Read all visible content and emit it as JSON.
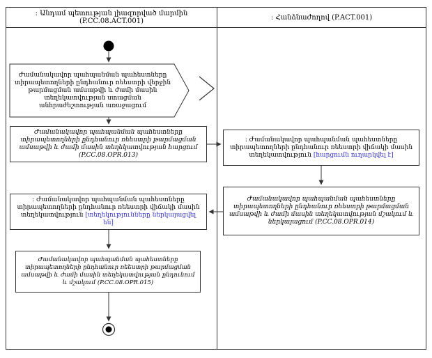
{
  "colors": {
    "line": "#333333",
    "state_text": "#3333cc",
    "background": "#ffffff"
  },
  "lanes": {
    "left_title": ": Անդամ պետության լիազորված մարմին (P.CC.08.ACT.001)",
    "right_title": ": Հանձնաժողով (P.ACT.001)"
  },
  "nodes": {
    "start_event": {
      "text": "Ժամանակավոր պահպանման պահեստները տիրապետողների ընդհանուր ռեեստրի վերջին թարմացման ամսաթվի և ժամի մասին տեղեկատվության ստացման անհրաժեշտության առաջացում"
    },
    "request_action": {
      "text": "Ժամանակավոր պահպանման պահեստները տիրապետողների ընդհանուր ռեեստրի թարմացման ամսաթվի և ժամի մասին տեղեկատվության հարցում (P.CC.08.OPR.013)"
    },
    "object_request_sent": {
      "name": ": Ժամանակավոր պահպանման պահեստները տիրապետողների ընդհանուր ռեեստրի վիճակի մասին տեղեկատվություն ",
      "state": "[հարցումն ուղարկվել է]"
    },
    "process_present_action": {
      "text": "Ժամանակավոր պահպանման պահեստները տիրապետողների ընդհանուր ռեեստրի թարմացման ամսաթվի և ժամի մասին տեղեկատվության մշակում և ներկայացում (P.CC.08.OPR.014)"
    },
    "object_info_presented": {
      "name": ": Ժամանակավոր պահպանման պահեստները տիրապետողների ընդհանուր ռեեստրի վիճակի մասին տեղեկատվություն ",
      "state": "[տեղեկությունները ներկայացվել են]"
    },
    "receive_process_action": {
      "text": "Ժամանակավոր պահպանման պահեստները տիրապետողների ընդհանուր ռեեստրի թարմացման ամսաթվի և ժամի մասին տեղեկատվության ընդունում և մշակում (P.CC.08.OPR.015)"
    }
  }
}
